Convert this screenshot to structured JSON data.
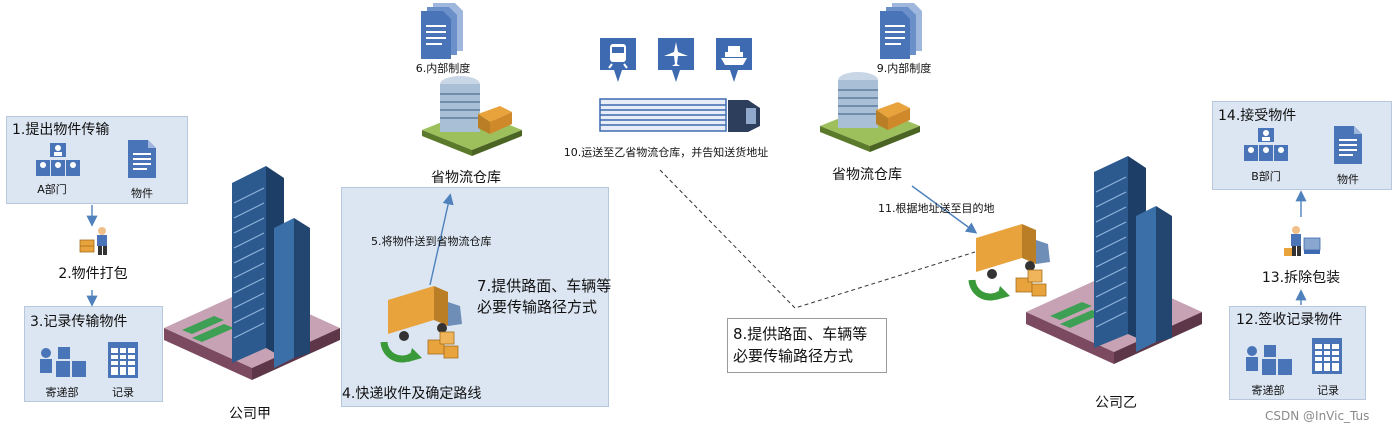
{
  "labels": {
    "step1": "1.提出物件传输",
    "dept_a": "A部门",
    "item1": "物件",
    "step2": "2.物件打包",
    "step3": "3.记录传输物件",
    "courier1": "寄递部",
    "record1": "记录",
    "company_a": "公司甲",
    "step4": "4.快递收件及确定路线",
    "step5": "5.将物件送到省物流仓库",
    "step6": "6.内部制度",
    "warehouse1": "省物流仓库",
    "step7_line1": "7.提供路面、车辆等",
    "step7_line2": "必要传输路径方式",
    "step8_line1": "8.提供路面、车辆等",
    "step8_line2": "必要传输路径方式",
    "step9": "9.内部制度",
    "warehouse2": "省物流仓库",
    "step10": "10.运送至乙省物流仓库，并告知送货地址",
    "step11": "11.根据地址送至目的地",
    "company_b": "公司乙",
    "step12": "12.签收记录物件",
    "courier2": "寄递部",
    "record2": "记录",
    "step13": "13.拆除包装",
    "step14": "14.接受物件",
    "dept_b": "B部门",
    "item2": "物件"
  },
  "watermark": "CSDN @InVic_Tus",
  "colors": {
    "panel_fill": "#dce6f2",
    "panel_border": "#b7c7dc",
    "icon_blue": "#4a74b8",
    "arrow_blue": "#4f81bd",
    "truck_orange": "#e8a33c",
    "recycle_green": "#3a9a3a"
  }
}
